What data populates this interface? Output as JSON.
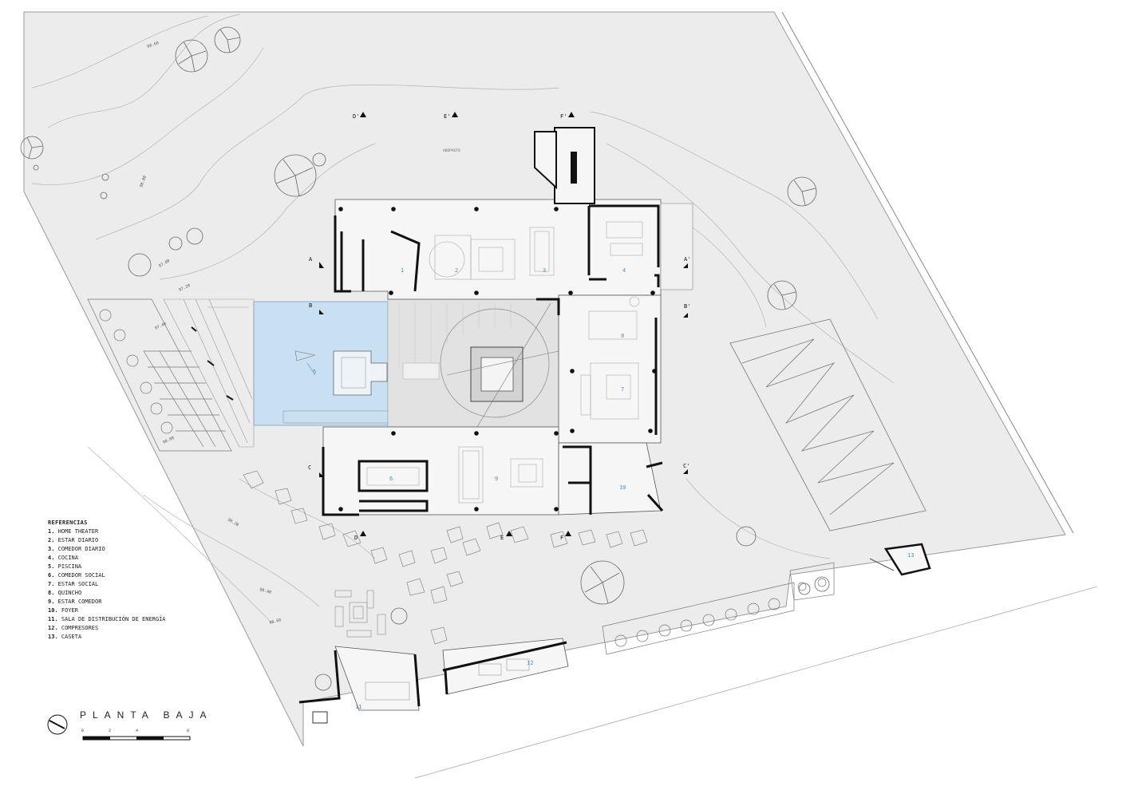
{
  "plan": {
    "title": "PLANTA BAJA",
    "scale_ticks": [
      "0",
      "2",
      "4",
      "8"
    ],
    "site_note": "ADOPASTO",
    "legend_title": "REFERENCIAS",
    "legend": [
      {
        "num": "1.",
        "label": "HOME THEATER"
      },
      {
        "num": "2.",
        "label": "ESTAR DIARIO"
      },
      {
        "num": "3.",
        "label": "COMEDOR DIARIO"
      },
      {
        "num": "4.",
        "label": "COCINA"
      },
      {
        "num": "5.",
        "label": "PISCINA"
      },
      {
        "num": "6.",
        "label": "COMEDOR SOCIAL"
      },
      {
        "num": "7.",
        "label": "ESTAR SOCIAL"
      },
      {
        "num": "8.",
        "label": "QUINCHO"
      },
      {
        "num": "9.",
        "label": "ESTAR COMEDOR"
      },
      {
        "num": "10.",
        "label": "FOYER"
      },
      {
        "num": "11.",
        "label": "SALA DE DISTRIBUCIÓN DE ENERGÍA"
      },
      {
        "num": "12.",
        "label": "COMPRESORES"
      },
      {
        "num": "13.",
        "label": "CASETA"
      }
    ],
    "room_numbers": [
      "1",
      "2",
      "3",
      "4",
      "5",
      "6",
      "7",
      "8",
      "9",
      "10",
      "11",
      "12",
      "13"
    ],
    "section_marks": [
      "A",
      "A'",
      "B",
      "B'",
      "C",
      "C'",
      "D",
      "D'",
      "E",
      "E'",
      "F",
      "F'"
    ],
    "contour_levels": [
      "98.60",
      "98.80",
      "97.80",
      "97.20",
      "97.40",
      "98.00",
      "98.20",
      "98.40",
      "98.60"
    ],
    "colors": {
      "pool": "#c9dff2",
      "site": "#ececec",
      "walls": "#111111",
      "room_numbers": "#4a90c8",
      "lines": "#888888"
    }
  }
}
